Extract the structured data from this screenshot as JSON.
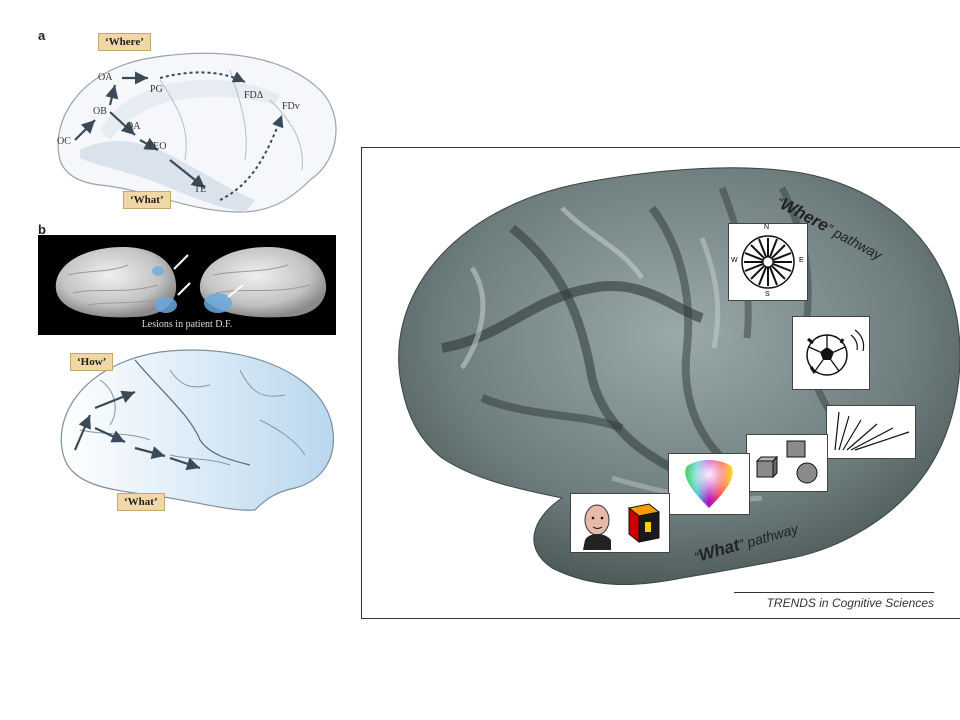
{
  "panel_a": {
    "label": "a",
    "where_tag": "‘Where’",
    "what_tag": "‘What’",
    "regions": {
      "oc": "OC",
      "ob": "OB",
      "oa_top": "OA",
      "oa_low": "OA",
      "pg": "PG",
      "teo": "TEO",
      "te": "TE",
      "fd_delta": "FDΔ",
      "fdv": "FDv"
    }
  },
  "panel_b": {
    "label": "b",
    "lesion_caption": "Lesions in patient D.F.",
    "how_tag": "‘How’",
    "what_tag": "‘What’"
  },
  "right_figure": {
    "where_word": "Where",
    "where_suffix": " pathway",
    "what_word": "What",
    "what_suffix": " pathway",
    "compass": {
      "n": "N",
      "s": "S",
      "e": "E",
      "w": "W"
    },
    "credit": "TRENDS in Cognitive Sciences"
  },
  "colors": {
    "tag_fill": "#f2d7a6",
    "brain_gray": "#5b6868",
    "lesion_blue": "#6aa8de",
    "pathway_fill": "#cfd9e6"
  }
}
